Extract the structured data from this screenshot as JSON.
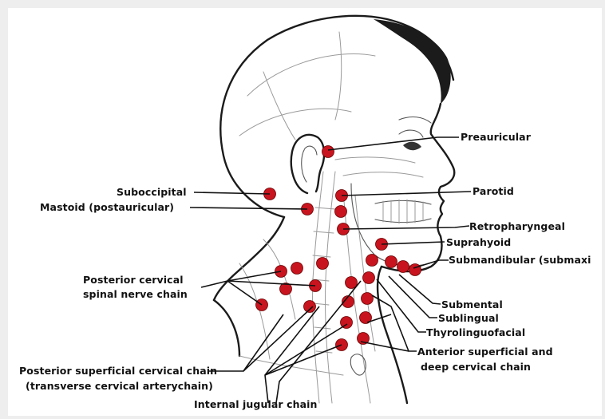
{
  "colors": {
    "node": "#c8141e",
    "background": "#ffffff",
    "frame": "#eeeeee",
    "line": "#1b1b1b"
  },
  "labels": {
    "preauricular": "Preauricular",
    "suboccipital": "Suboccipital",
    "mastoid": "Mastoid (postauricular)",
    "parotid": "Parotid",
    "retropharyngeal": "Retropharyngeal",
    "suprahyoid": "Suprahyoid",
    "submandibular": "Submandibular (submaxi",
    "posterior_cervical_1": "Posterior cervical",
    "posterior_cervical_2": "spinal nerve chain",
    "submental": "Submental",
    "sublingual": "Sublingual",
    "thyrolinguofacial": "Thyrolinguofacial",
    "anterior_superficial_1": "Anterior superficial and",
    "anterior_superficial_2": "deep cervical chain",
    "posterior_superficial_1": "Posterior superficial cervical chain",
    "posterior_superficial_2": "(transverse cervical arterychain)",
    "internal_jugular": "Internal jugular chain"
  }
}
